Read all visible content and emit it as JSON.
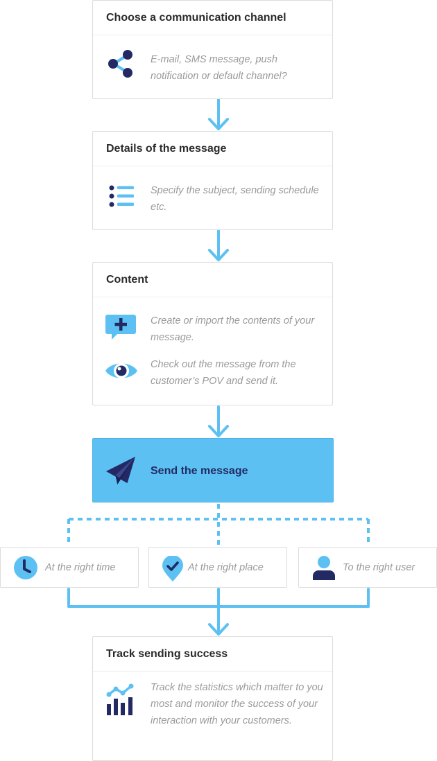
{
  "steps": {
    "channel": {
      "title": "Choose a communication channel",
      "description": "E-mail, SMS message, push notification or default channel?",
      "icon": "share-icon"
    },
    "details": {
      "title": "Details of the message",
      "description": "Specify the subject, sending schedule etc.",
      "icon": "list-icon"
    },
    "content": {
      "title": "Content",
      "items": [
        {
          "description": "Create or import the contents of your message.",
          "icon": "add-comment-icon"
        },
        {
          "description": "Check out the message from the customer’s POV and send it.",
          "icon": "eye-icon"
        }
      ]
    },
    "send": {
      "label": "Send the message",
      "icon": "paper-plane-icon"
    },
    "targets": [
      {
        "label": "At the right time",
        "icon": "clock-icon"
      },
      {
        "label": "At the right place",
        "icon": "location-pin-icon"
      },
      {
        "label": "To the right user",
        "icon": "user-icon"
      }
    ],
    "track": {
      "title": "Track sending success",
      "description": "Track the statistics which matter to you most and monitor the success of your interaction with your customers.",
      "icon": "statistics-chart-icon"
    }
  },
  "colors": {
    "accent": "#5cc1f2",
    "dark": "#232a63",
    "connector": "#5cc1f2",
    "muted_text": "#9a9a9a"
  }
}
